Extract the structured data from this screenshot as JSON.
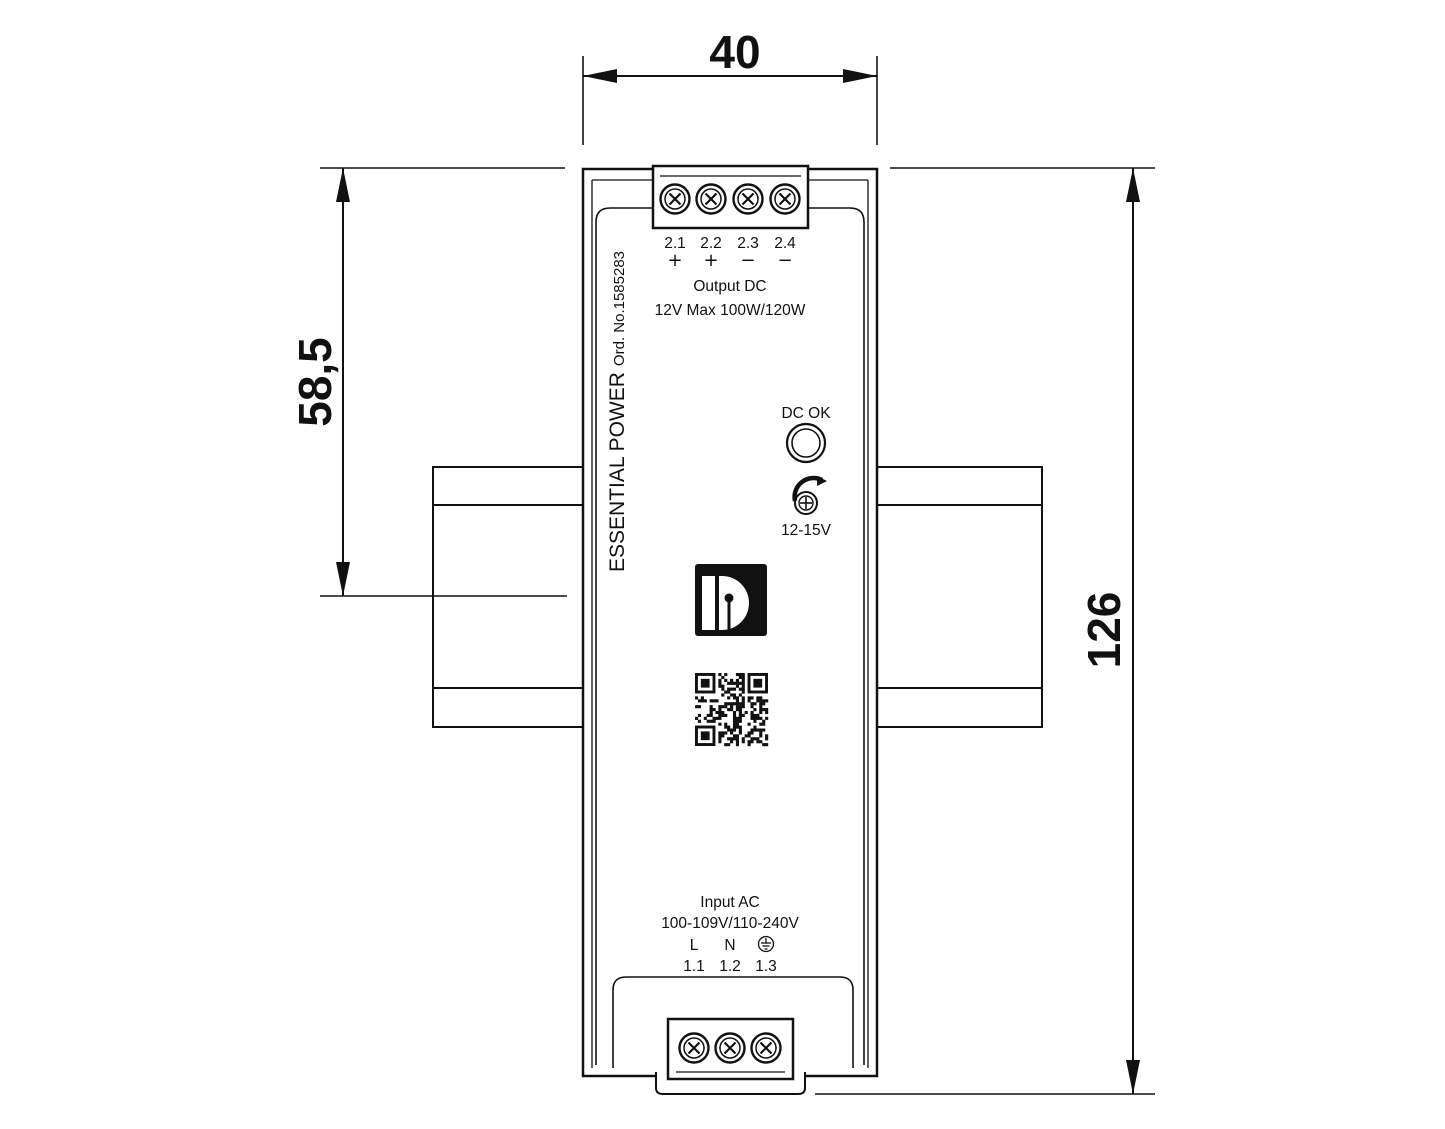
{
  "dimensions": {
    "width": "40",
    "upper_height": "58,5",
    "total_height": "126"
  },
  "device": {
    "brand": "ESSENTIAL POWER",
    "order_number": "Ord. No.1585283",
    "output": {
      "terminals": [
        "2.1",
        "2.2",
        "2.3",
        "2.4"
      ],
      "polarity": [
        "+",
        "+",
        "−",
        "−"
      ],
      "title": "Output DC",
      "rating": "12V Max 100W/120W"
    },
    "status_led": "DC OK",
    "adjust_range": "12-15V",
    "input": {
      "title": "Input AC",
      "rating": "100-109V/110-240V",
      "conductors": [
        "L",
        "N"
      ],
      "terminals": [
        "1.1",
        "1.2",
        "1.3"
      ]
    }
  },
  "icons": {
    "earth": "ground-icon",
    "logo": "phoenix-contact-logo",
    "qr": "qr-code-icon",
    "screw": "terminal-screw-icon",
    "potentiometer": "potentiometer-icon",
    "led": "led-indicator-icon"
  },
  "colors": {
    "stroke": "#111111",
    "background": "#ffffff"
  }
}
